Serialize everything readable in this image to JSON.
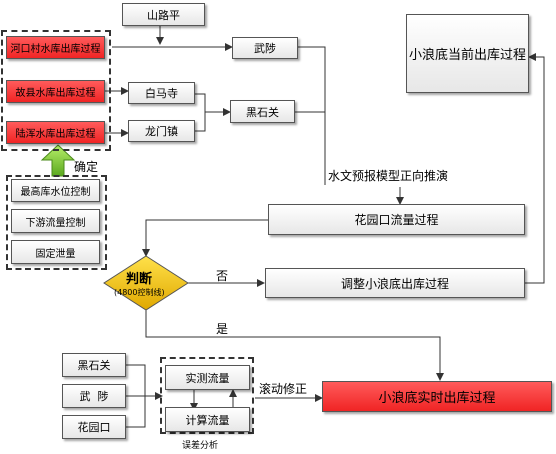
{
  "nodes": {
    "shanluping": "山路平",
    "hekoucun": "河口村水库出库过程",
    "guxian": "故县水库出库过程",
    "luhun": "陆浑水库出库过程",
    "wuzhi_top": "武陟",
    "baimasi": "白马寺",
    "longmenzhen": "龙门镇",
    "heishiguan_top": "黑石关",
    "xiaolangdi_current": "小浪底当前出库过程",
    "huayuankou_flow": "花园口流量过程",
    "max_level": "最高库水位控制",
    "downstream_flow": "下游流量控制",
    "fixed_discharge": "固定泄量",
    "judge_title": "判断",
    "judge_sub": "(4800控制线)",
    "adjust_xiaolangdi": "调整小浪底出库过程",
    "xiaolangdi_realtime": "小浪底实时出库过程",
    "heishiguan_bottom": "黑石关",
    "wuzhi_bottom": "武  陟",
    "huayuankou_bottom": "花园口",
    "measured_flow": "实测流量",
    "computed_flow": "计算流量"
  },
  "labels": {
    "confirm": "确定",
    "forecast": "水文预报模型正向推演",
    "no": "否",
    "yes": "是",
    "rolling": "滚动修正",
    "error_analysis": "误差分析"
  },
  "colors": {
    "red_fill": "#f02424",
    "diamond_fill": "#f5c400",
    "arrow_green": "#8cd23c"
  }
}
